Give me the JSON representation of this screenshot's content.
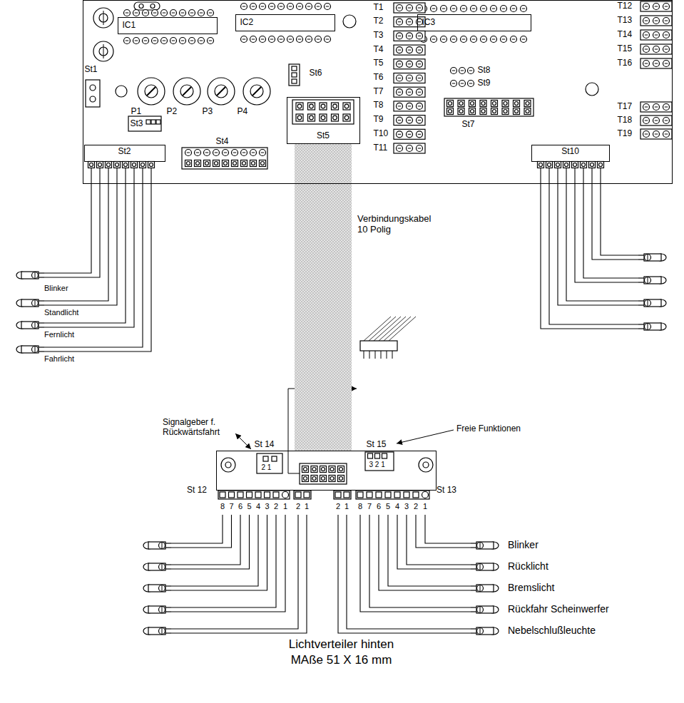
{
  "diagram": {
    "caption": "Lichtverteiler hinten MAße 51 X 16 mm",
    "nodes": [
      {
        "text": [
          "St1",
          "St3",
          "P1",
          "P2",
          "P3",
          "P4",
          "St4",
          "St6",
          "T1",
          "T2",
          "T3",
          "T4",
          "T5",
          "T6",
          "T7",
          "T8",
          "T9",
          "T10",
          "T11",
          "St8",
          "St9",
          "St7",
          "T12",
          "T13",
          "T14",
          "T15",
          "T16",
          "T17",
          "T18",
          "T19"
        ]
      },
      {
        "text": [
          "IC1"
        ],
        "in": 0
      },
      {
        "text": [
          "IC2"
        ],
        "in": 0
      },
      {
        "text": [
          "IC3"
        ],
        "in": 0
      },
      {
        "text": [
          "St5"
        ],
        "in": 0
      },
      {
        "text": [
          "St2"
        ],
        "in": 0
      },
      {
        "text": [
          "St10"
        ],
        "in": 0
      },
      {
        "text": [
          "St 14",
          "2 1",
          "St 15",
          "3 2 1"
        ]
      }
    ],
    "edges": [
      {
        "from": 4,
        "to": 7,
        "arrow": "none",
        "label": "Verbindungskabel 10 Polig"
      }
    ],
    "labels": [
      "Blinker",
      "Standlicht",
      "Fernlicht",
      "Fahrlicht",
      "Signalgeber f. Rückwärtsfahrt",
      "Freie Funktionen",
      "St 12",
      "St 13",
      "8",
      "7",
      "6",
      "5",
      "4",
      "3",
      "2",
      "1",
      "2",
      "1",
      "2",
      "1",
      "8",
      "7",
      "6",
      "5",
      "4",
      "3",
      "2",
      "1",
      "Blinker",
      "Rücklicht",
      "Bremslicht",
      "Rückfahr Scheinwerfer",
      "Nebelschlußleuchte"
    ]
  }
}
